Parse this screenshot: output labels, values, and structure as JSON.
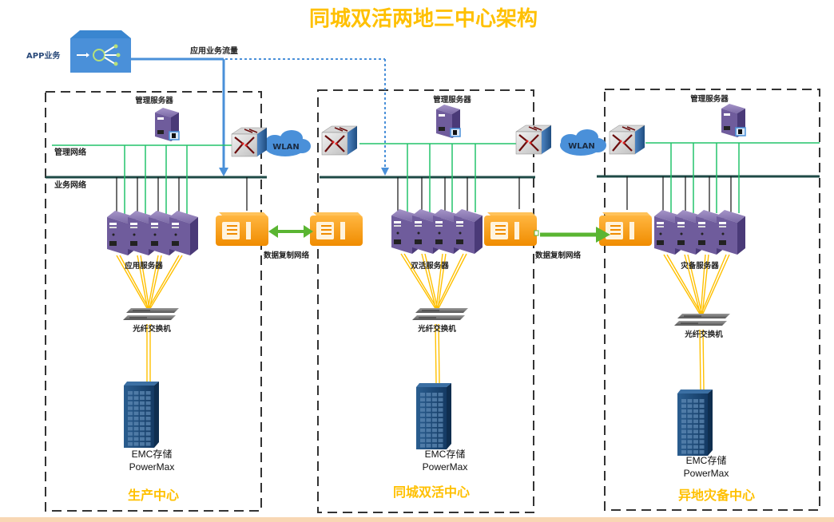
{
  "title": "同城双活两地三中心架构",
  "app": {
    "label": "APP业务",
    "icon": "load-balancer-icon",
    "flow_label": "应用业务流量"
  },
  "network_labels": {
    "management": "管理网络",
    "business": "业务网络"
  },
  "wlan_links": [
    {
      "label": "WLAN",
      "from": "生产中心",
      "to": "同城双活中心"
    },
    {
      "label": "WLAN",
      "from": "同城双活中心",
      "to": "异地灾备中心"
    }
  ],
  "replication_links": [
    {
      "label": "数据复制网络",
      "direction": "bidirectional",
      "from": "生产中心",
      "to": "同城双活中心"
    },
    {
      "label": "数据复制网络",
      "direction": "one-way",
      "from": "同城双活中心",
      "to": "异地灾备中心"
    }
  ],
  "centers": [
    {
      "name": "生产中心",
      "mgmt_server": "管理服务器",
      "server_group": "应用服务器",
      "fc_switch": "光纤交换机",
      "storage_line1": "EMC存储",
      "storage_line2": "PowerMax"
    },
    {
      "name": "同城双活中心",
      "mgmt_server": "管理服务器",
      "server_group": "双活服务器",
      "fc_switch": "光纤交换机",
      "storage_line1": "EMC存储",
      "storage_line2": "PowerMax"
    },
    {
      "name": "异地灾备中心",
      "mgmt_server": "管理服务器",
      "server_group": "灾备服务器",
      "fc_switch": "光纤交换机",
      "storage_line1": "EMC存储",
      "storage_line2": "PowerMax"
    }
  ],
  "colors": {
    "title": "#ffc000",
    "management_network": "#22c36a",
    "business_network": "#1e4a46",
    "app_flow": "#4a90d9",
    "replication_arrow": "#5ab532",
    "fiber": "#ffc000",
    "replication_device": "#f5a623",
    "server": "#6b5b9a",
    "storage": "#1f4e7a"
  }
}
